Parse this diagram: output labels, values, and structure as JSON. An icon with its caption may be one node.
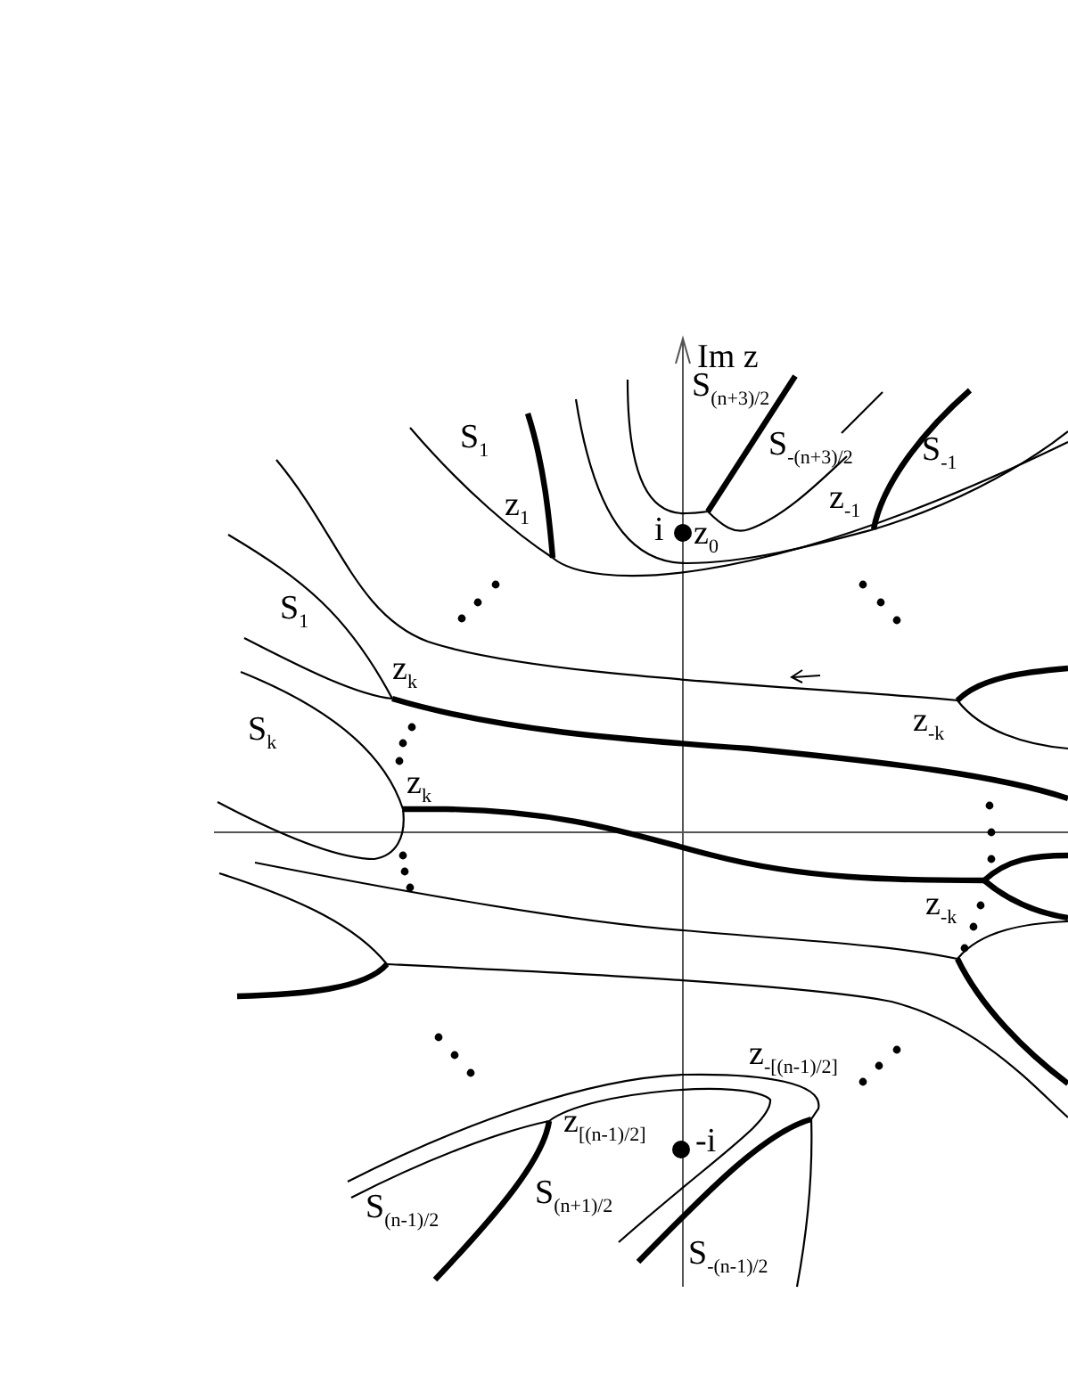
{
  "diagram": {
    "labels": [
      "Im z",
      "S$_{(n+3)/2}$",
      "S$_{1}$",
      "S$_{-(n+3)/2}$",
      "S$_{-1}$",
      "z$_{1}$",
      "i",
      "z$_{0}$",
      "z$_{-1}$",
      "S$_{1}$",
      "z$_{k}$",
      "S$_{k}$",
      "z$_{k}$",
      "z$_{-k}$",
      "z$_{-k}$",
      "z$_{-[(n-1)/2]}$",
      "z$_{[(n-1)/2]}$",
      "-i",
      "S$_{(n-1)/2}$",
      "S$_{(n+1)/2}$",
      "S$_{-(n-1)/2}$"
    ]
  }
}
